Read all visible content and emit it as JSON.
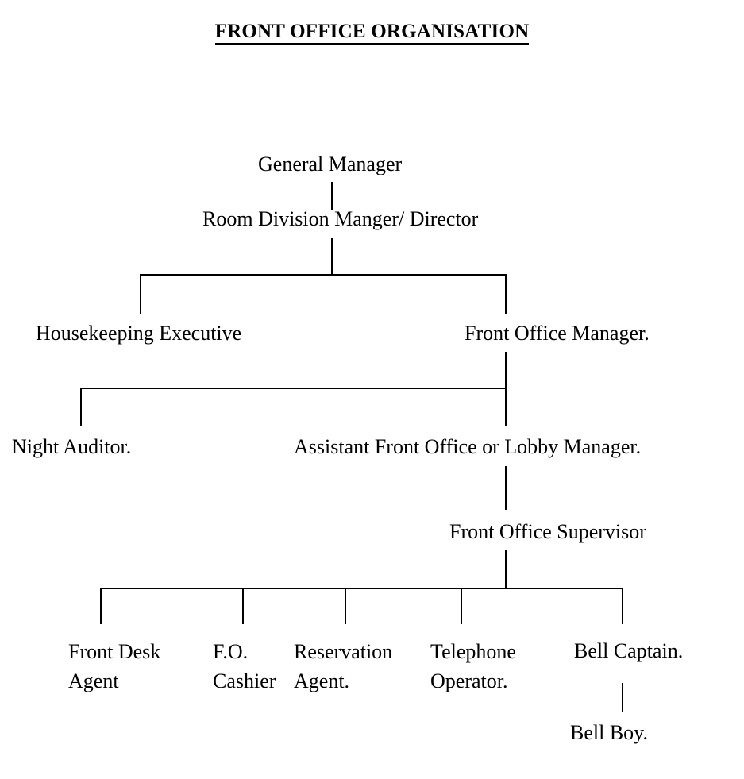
{
  "document": {
    "title": "FRONT OFFICE ORGANISATION",
    "background_color": "#ffffff",
    "line_color": "#000000",
    "text_color": "#000000"
  },
  "chart_data": {
    "type": "diagram",
    "diagram_type": "organisation-chart",
    "title": "FRONT OFFICE ORGANISATION",
    "orientation": "top-down",
    "levels": 7,
    "nodes": [
      {
        "id": "general-manager",
        "label": "General Manager",
        "level": 1
      },
      {
        "id": "room-division-manager",
        "label": "Room Division Manger/ Director",
        "level": 2
      },
      {
        "id": "housekeeping-executive",
        "label": "Housekeeping Executive",
        "level": 3
      },
      {
        "id": "front-office-manager",
        "label": "Front Office Manager.",
        "level": 3
      },
      {
        "id": "night-auditor",
        "label": "Night Auditor.",
        "level": 4
      },
      {
        "id": "assistant-front-office-manager",
        "label": "Assistant Front Office or Lobby Manager.",
        "level": 4
      },
      {
        "id": "front-office-supervisor",
        "label": "Front Office Supervisor",
        "level": 5
      },
      {
        "id": "front-desk-agent",
        "label": "Front Desk\nAgent",
        "level": 6
      },
      {
        "id": "fo-cashier",
        "label": "F.O.\nCashier",
        "level": 6
      },
      {
        "id": "reservation-agent",
        "label": "Reservation\nAgent.",
        "level": 6
      },
      {
        "id": "telephone-operator",
        "label": "Telephone\nOperator.",
        "level": 6
      },
      {
        "id": "bell-captain",
        "label": "Bell Captain.",
        "level": 6
      },
      {
        "id": "bell-boy",
        "label": "Bell Boy.",
        "level": 7
      }
    ],
    "edges": [
      {
        "from": "general-manager",
        "to": "room-division-manager"
      },
      {
        "from": "room-division-manager",
        "to": "housekeeping-executive"
      },
      {
        "from": "room-division-manager",
        "to": "front-office-manager"
      },
      {
        "from": "front-office-manager",
        "to": "night-auditor"
      },
      {
        "from": "front-office-manager",
        "to": "assistant-front-office-manager"
      },
      {
        "from": "assistant-front-office-manager",
        "to": "front-office-supervisor"
      },
      {
        "from": "front-office-supervisor",
        "to": "front-desk-agent"
      },
      {
        "from": "front-office-supervisor",
        "to": "fo-cashier"
      },
      {
        "from": "front-office-supervisor",
        "to": "reservation-agent"
      },
      {
        "from": "front-office-supervisor",
        "to": "telephone-operator"
      },
      {
        "from": "front-office-supervisor",
        "to": "bell-captain"
      },
      {
        "from": "bell-captain",
        "to": "bell-boy"
      }
    ]
  }
}
